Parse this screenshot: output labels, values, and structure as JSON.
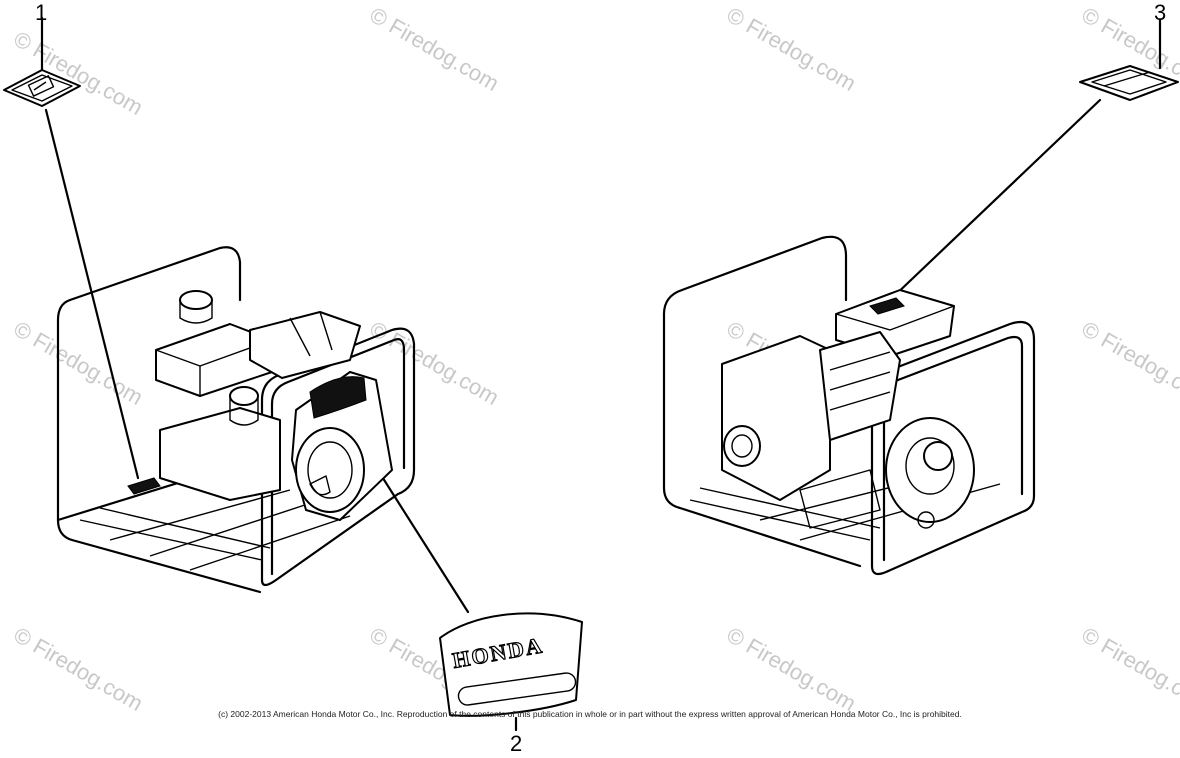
{
  "callouts": {
    "c1": "1",
    "c2": "2",
    "c3": "3"
  },
  "emblem_text": "HONDA",
  "watermark": "© Firedog.com",
  "copyright": "(c) 2002-2013 American Honda Motor Co., Inc. Reproduction of the contents of this publication in whole or in part without the express written approval of American Honda Motor Co., Inc is prohibited."
}
